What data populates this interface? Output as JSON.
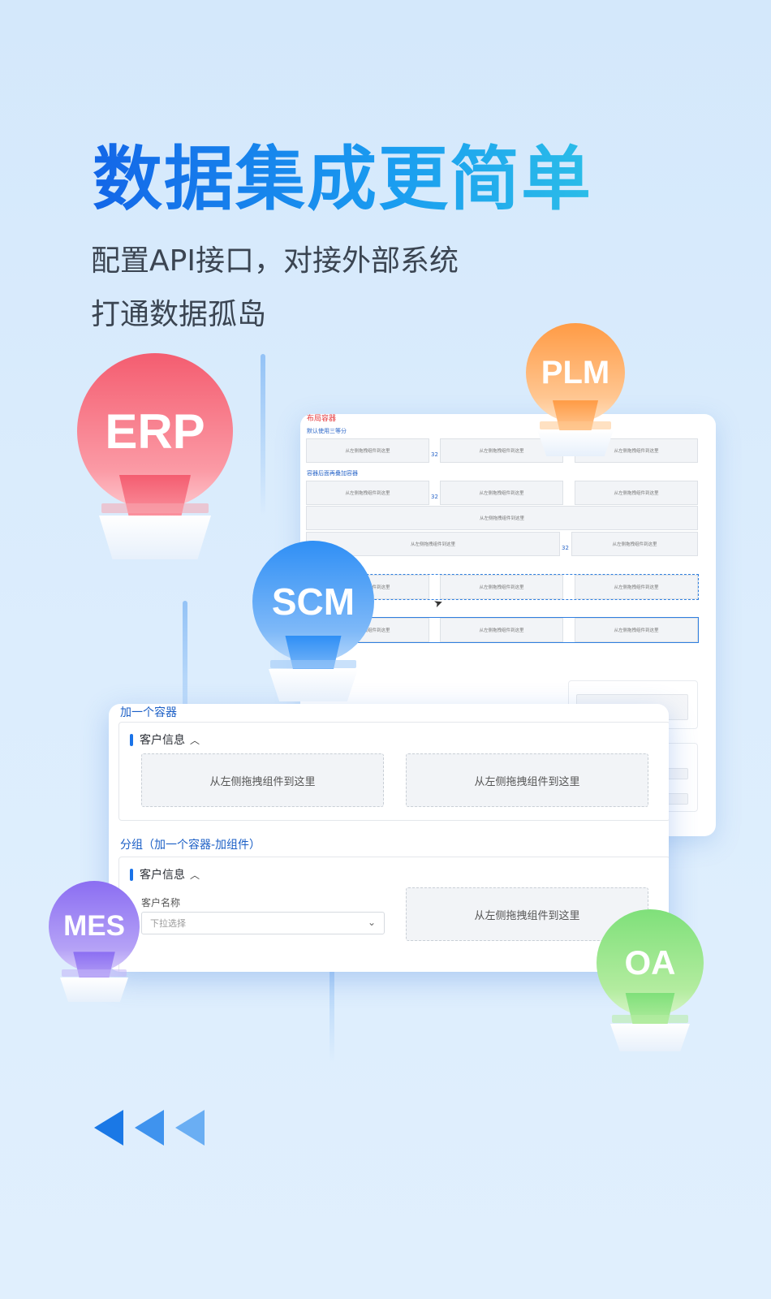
{
  "headline": "数据集成更简单",
  "subtitle_line1": "配置API接口，对接外部系统",
  "subtitle_line2": "打通数据孤岛",
  "back_window": {
    "title": "布局容器",
    "section1": "默认使用三等分",
    "section2": "容器后面再叠加容器",
    "drop_text": "从左侧拖拽组件到这里",
    "gap_value": "32",
    "tag_layout": "布局容器",
    "tag_icons": "⌕ ⌂"
  },
  "front_window": {
    "section1": "加一个容器",
    "panel1_title": "客户信息",
    "section2": "分组（加一个容器-加组件）",
    "panel2_title": "客户信息",
    "drop_text": "从左侧拖拽组件到这里",
    "field_label": "客户名称",
    "select_placeholder": "下拉选择"
  },
  "bulbs": {
    "erp": "ERP",
    "plm": "PLM",
    "scm": "SCM",
    "mes": "MES",
    "oa": "OA"
  },
  "colors": {
    "headline_start": "#1366e8",
    "headline_end": "#2bbde8",
    "accent": "#1a73e8",
    "erp": "#f45d70",
    "plm": "#ff9b45",
    "scm": "#2f8ff5",
    "mes": "#8b6ef2",
    "oa": "#7fe07a"
  },
  "icons": [
    "caret-up-icon",
    "chevron-down-icon",
    "cursor-icon",
    "back-arrow-icon"
  ]
}
